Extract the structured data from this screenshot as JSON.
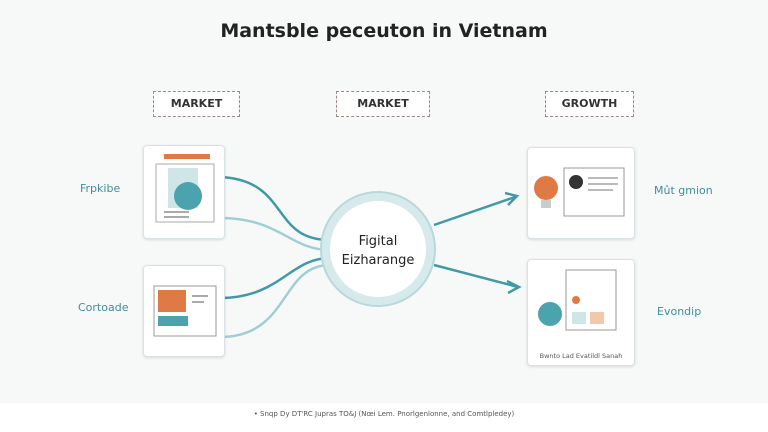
{
  "title": "Mantsble peceuton in Vietnam",
  "headers": [
    "MARKET",
    "MARKET",
    "GROWTH"
  ],
  "hub": {
    "line1": "Figital",
    "line2": "Eizharange"
  },
  "left_labels": [
    "Frpkibe",
    "Cortoade"
  ],
  "right_labels": [
    "Mût gmion",
    "Evondip"
  ],
  "card_caption": "Bwnto Lad Evatildl Sanah",
  "footer": "• Snqp Dy DT'RC Jupras TO&J (Nœi Lem. Pnorlgenlonne, and Comtlpledey)",
  "colors": {
    "teal": "#3f9aa6",
    "orange": "#e07a45",
    "dark": "#333333"
  }
}
